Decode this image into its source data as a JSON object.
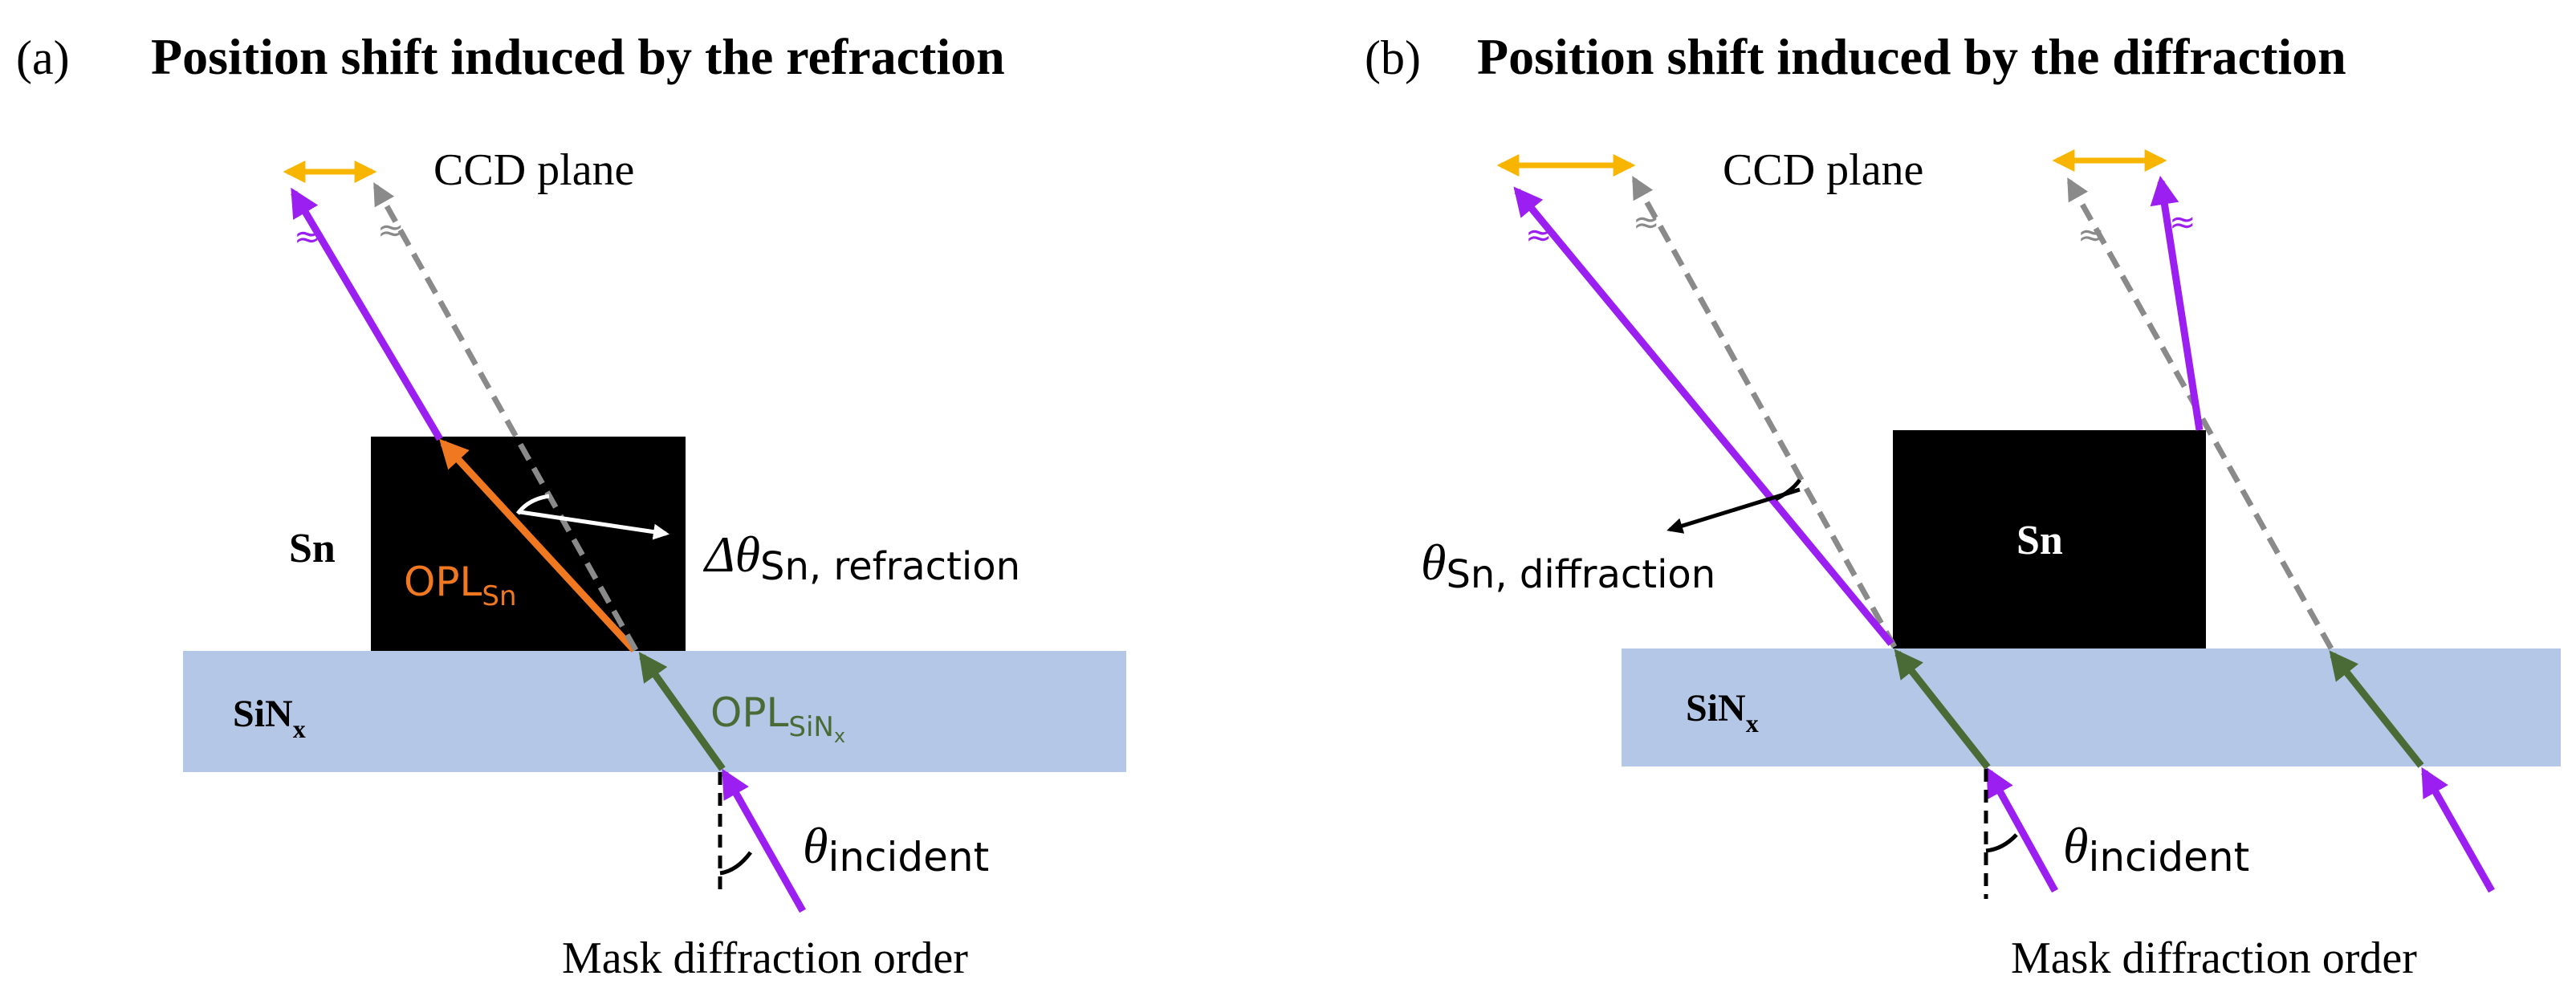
{
  "panel_a": {
    "label": "(a)",
    "title": "Position shift induced by the refraction",
    "ccd_label": "CCD plane",
    "sn_label": "Sn",
    "sinx_label": "SiN",
    "sinx_sub": "x",
    "opl_sn": "OPL",
    "opl_sn_sub": "Sn",
    "opl_sinx": "OPL",
    "opl_sinx_sub": "SiN",
    "opl_sinx_subsub": "x",
    "delta_theta": "Δθ",
    "delta_theta_sub": "Sn, refraction",
    "theta_incident": "θ",
    "theta_incident_sub": "incident",
    "mask_label": "Mask diffraction order",
    "break_glyph": "≈"
  },
  "panel_b": {
    "label": "(b)",
    "title": "Position shift induced by the diffraction",
    "ccd_label": "CCD plane",
    "sn_label": "Sn",
    "sinx_label": "SiN",
    "sinx_sub": "x",
    "theta_diff": "θ",
    "theta_diff_sub": "Sn, diffraction",
    "theta_incident": "θ",
    "theta_incident_sub": "incident",
    "mask_label": "Mask diffraction order",
    "break_glyph": "≈"
  },
  "colors": {
    "purple": "#9b1ff0",
    "gray_dash": "#8a8a8a",
    "green": "#4a6b35",
    "orange": "#f07820",
    "yellow": "#f7b500",
    "sinx_fill": "#b4c7e7",
    "sn_fill": "#000000"
  }
}
